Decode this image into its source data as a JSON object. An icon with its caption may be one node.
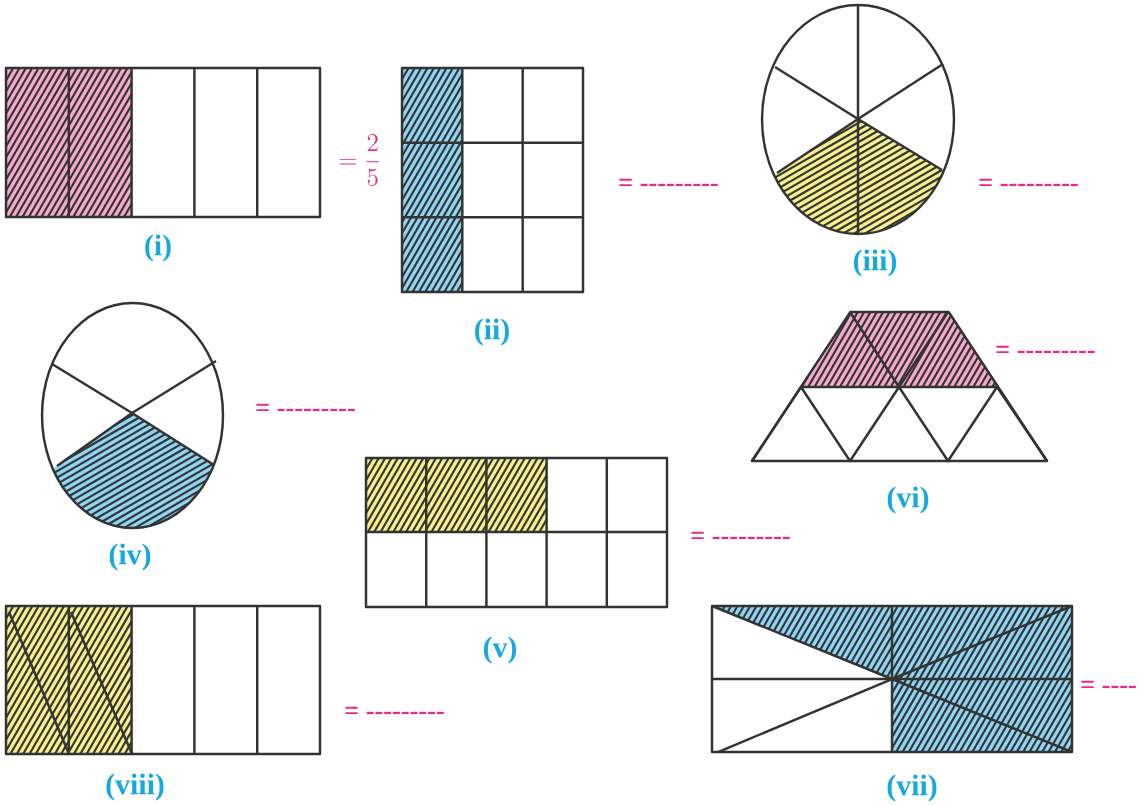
{
  "diagram": {
    "nodes": [
      {
        "text": [],
        "shape": "box",
        "beside": [
          "(i)"
        ]
      },
      {
        "text": [],
        "shape": "box",
        "beside": [
          "(ii)"
        ]
      },
      {
        "text": [],
        "shape": "ellipse",
        "beside": [
          "(iii)"
        ]
      },
      {
        "text": [],
        "shape": "ellipse",
        "beside": [
          "(iv)"
        ]
      },
      {
        "text": [],
        "shape": "trapezoid",
        "beside": [
          "(vi)"
        ]
      },
      {
        "text": [],
        "shape": "box",
        "beside": [
          "(v)"
        ]
      },
      {
        "text": [],
        "shape": "box",
        "beside": [
          "(viii)"
        ]
      },
      {
        "text": [],
        "shape": "box",
        "beside": [
          "(vii)"
        ]
      }
    ],
    "edges": [],
    "labels": [
      "=\\frac{2}{5}",
      "= ---------",
      "= ---------",
      "= ---------",
      "= ---------",
      "= ---------",
      "= ----",
      "= ---------"
    ]
  }
}
